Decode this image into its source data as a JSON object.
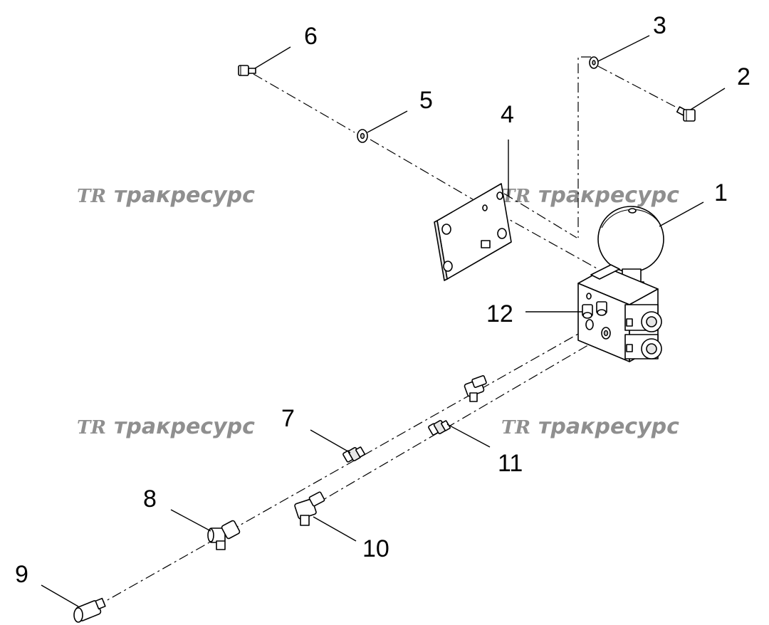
{
  "callouts": [
    {
      "id": "1",
      "label": "1"
    },
    {
      "id": "2",
      "label": "2"
    },
    {
      "id": "3",
      "label": "3"
    },
    {
      "id": "4",
      "label": "4"
    },
    {
      "id": "5",
      "label": "5"
    },
    {
      "id": "6",
      "label": "6"
    },
    {
      "id": "7",
      "label": "7"
    },
    {
      "id": "8",
      "label": "8"
    },
    {
      "id": "9",
      "label": "9"
    },
    {
      "id": "10",
      "label": "10"
    },
    {
      "id": "11",
      "label": "11"
    },
    {
      "id": "12",
      "label": "12"
    }
  ],
  "watermark": {
    "logo": "TR",
    "text": "тракресурс"
  },
  "colors": {
    "line": "#000000",
    "watermark": "#8f8f8f",
    "background": "#ffffff"
  }
}
